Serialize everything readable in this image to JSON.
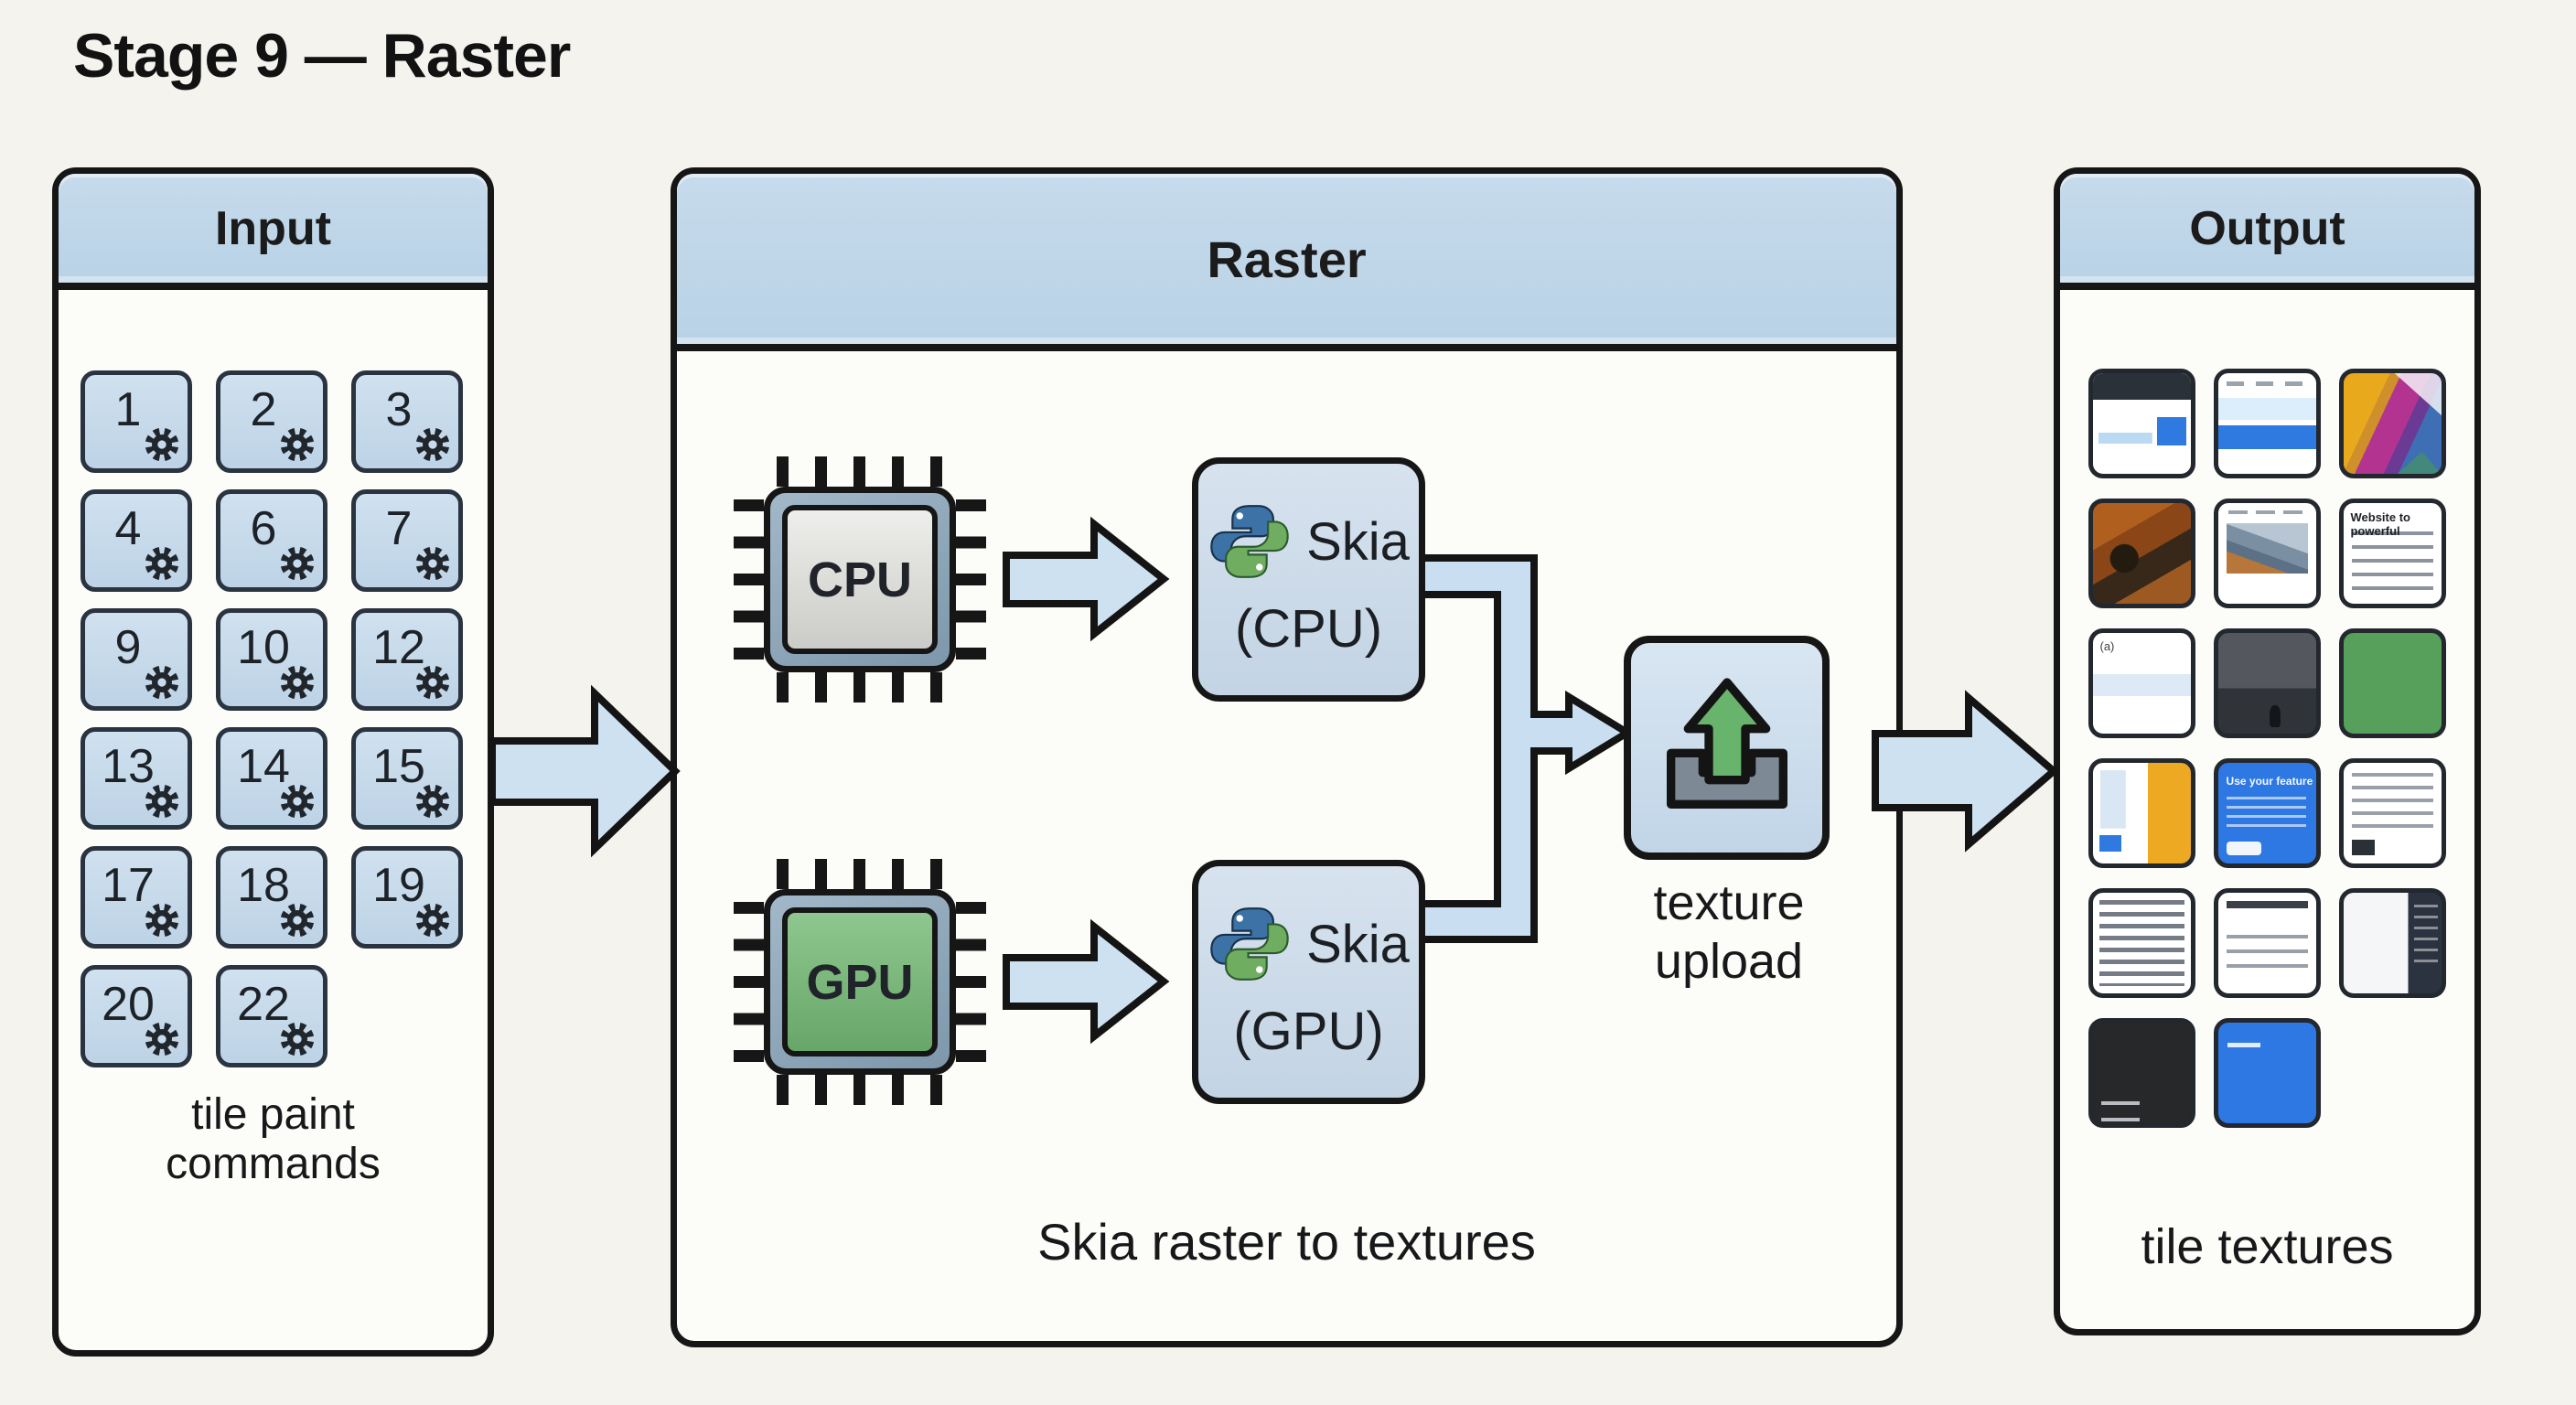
{
  "title": "Stage 9 — Raster",
  "input_panel": {
    "header": "Input",
    "tiles": [
      "1",
      "2",
      "3",
      "4",
      "6",
      "7",
      "9",
      "10",
      "12",
      "13",
      "14",
      "15",
      "17",
      "18",
      "19",
      "20",
      "22"
    ],
    "caption_line1": "tile paint",
    "caption_line2": "commands"
  },
  "raster_panel": {
    "header": "Raster",
    "cpu_chip_label": "CPU",
    "gpu_chip_label": "GPU",
    "skia_cpu": {
      "line1": "Skia",
      "line2": "(CPU)"
    },
    "skia_gpu": {
      "line1": "Skia",
      "line2": "(GPU)"
    },
    "upload_label_line1": "texture",
    "upload_label_line2": "upload",
    "caption": "Skia raster to textures"
  },
  "output_panel": {
    "header": "Output",
    "caption": "tile textures",
    "thumbnails": [
      {
        "kind": "browser-dark-header"
      },
      {
        "kind": "page-blue-band"
      },
      {
        "kind": "gradient-abstract"
      },
      {
        "kind": "photo-rocks"
      },
      {
        "kind": "page-photo"
      },
      {
        "kind": "doc-heading",
        "text": "Website to powerful"
      },
      {
        "kind": "card-a",
        "text": "(a)"
      },
      {
        "kind": "photo-dark"
      },
      {
        "kind": "solid-green"
      },
      {
        "kind": "split-yellow"
      },
      {
        "kind": "card-blue-text",
        "text": "Use your feature"
      },
      {
        "kind": "doc-small-image"
      },
      {
        "kind": "doc-dense-text"
      },
      {
        "kind": "doc-subheading"
      },
      {
        "kind": "card-dark-sidebar"
      },
      {
        "kind": "solid-black"
      },
      {
        "kind": "solid-blue"
      }
    ]
  },
  "colors": {
    "background": "#f4f3ee",
    "panel_body": "#fcfcf8",
    "header_blue": "#bed7ea",
    "tile_blue": "#c8dbec",
    "arrow_blue": "#cde1f1",
    "outline": "#161616",
    "accent_blue": "#2f7ae0",
    "accent_green": "#57a05c",
    "python_blue": "#3c72a6",
    "python_green": "#6fae60",
    "upload_arrow_green": "#68b46c",
    "upload_tray_gray": "#7d8a96"
  }
}
